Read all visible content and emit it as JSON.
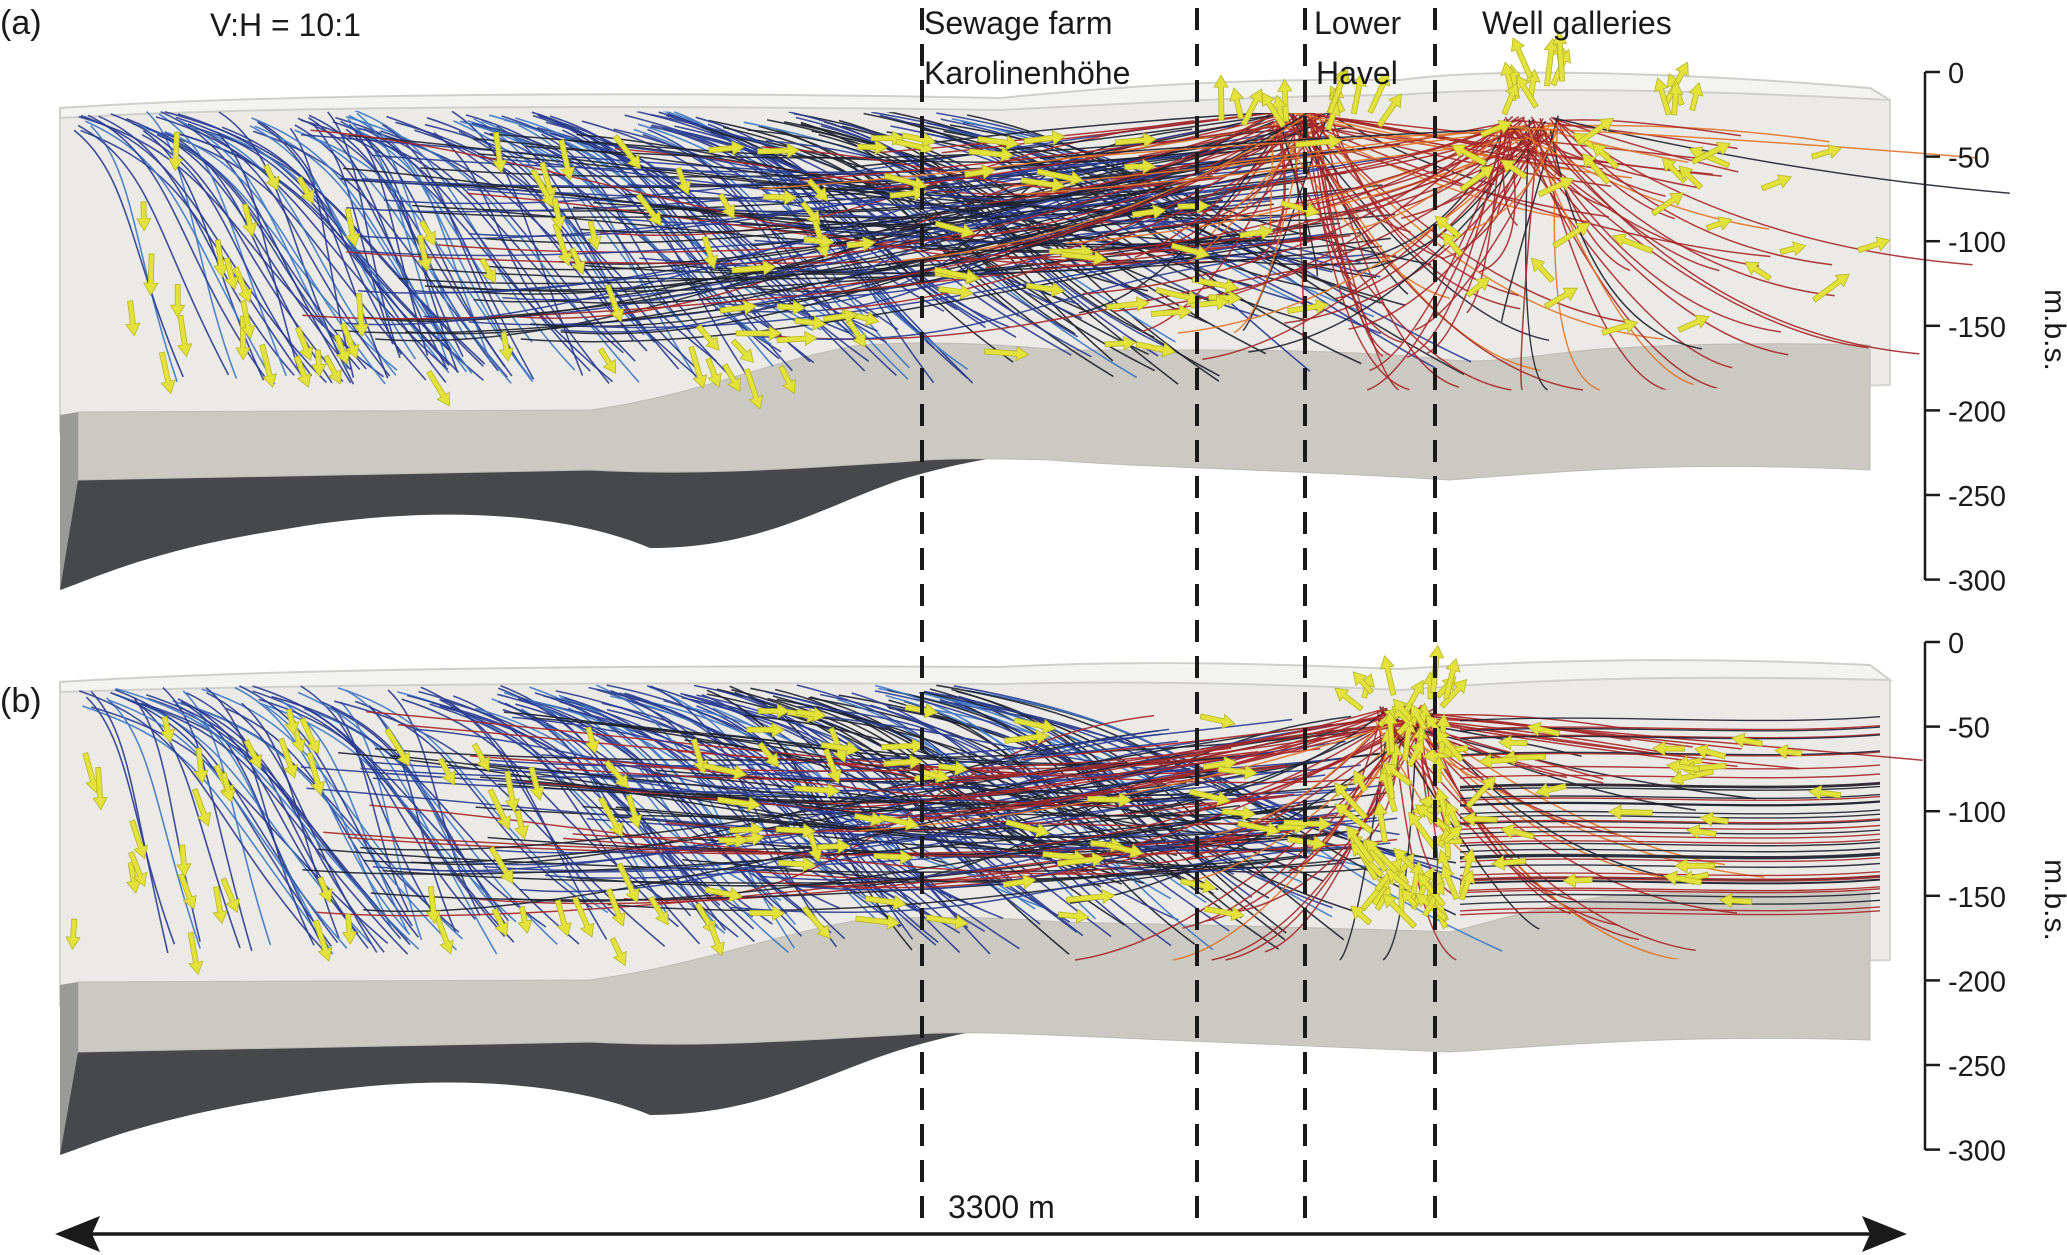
{
  "panels": [
    {
      "label": "(a)",
      "ratio": "V:H = 10:1"
    },
    {
      "label": "(b)"
    }
  ],
  "sites": {
    "sewage_line1": "Sewage farm",
    "sewage_line2": "Karolinenhöhe",
    "havel_line1": "Lower",
    "havel_line2": "Havel",
    "wells": "Well galleries"
  },
  "depth_axis": {
    "unit": "m.b.s.",
    "ticks": [
      "0",
      "-50",
      "-100",
      "-150",
      "-200",
      "-250",
      "-300"
    ]
  },
  "scale": {
    "length": "3300 m"
  },
  "colors": {
    "aquifer_bg": "#ebeae6",
    "aquitard": "#cbc9c1",
    "base_dark": "#46484b",
    "stream_blue": "#2a3c8f",
    "stream_lightblue": "#3f78c2",
    "stream_black": "#1e2230",
    "stream_red": "#a5282a",
    "stream_orange": "#e0762a",
    "arrow": "#e3e23a"
  }
}
